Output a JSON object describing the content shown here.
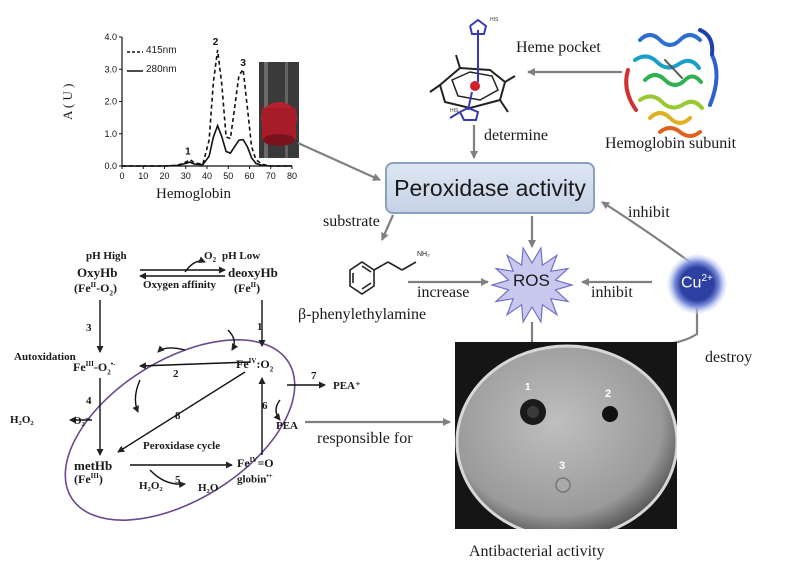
{
  "chart_data": {
    "type": "line",
    "xlabel": "Hemoglobin",
    "ylabel": "A ( U )",
    "xlim": [
      0,
      80
    ],
    "ylim": [
      0,
      4.0
    ],
    "xticks": [
      "0",
      "10",
      "20",
      "30",
      "40",
      "50",
      "60",
      "70",
      "80"
    ],
    "yticks": [
      "0.0",
      "1.0",
      "2.0",
      "3.0",
      "4.0"
    ],
    "legend": "top-left",
    "series": [
      {
        "name": "415nm",
        "style": "dashed",
        "x": [
          0,
          20,
          26,
          30,
          32,
          34,
          38,
          41,
          43,
          45,
          47,
          49,
          51,
          53,
          55,
          57,
          59,
          61,
          63,
          66,
          70,
          80
        ],
        "y": [
          0,
          0,
          0.02,
          0.12,
          0.2,
          0.1,
          0.05,
          0.8,
          2.6,
          3.6,
          2.5,
          0.9,
          0.85,
          1.8,
          2.8,
          3.0,
          1.8,
          0.6,
          0.2,
          0.05,
          0,
          0
        ]
      },
      {
        "name": "280nm",
        "style": "solid",
        "x": [
          0,
          20,
          26,
          30,
          32,
          34,
          38,
          41,
          43,
          45,
          47,
          49,
          51,
          53,
          55,
          57,
          59,
          61,
          63,
          66,
          70,
          80
        ],
        "y": [
          0,
          0,
          0.02,
          0.08,
          0.12,
          0.06,
          0.04,
          0.3,
          0.9,
          1.25,
          0.9,
          0.45,
          0.4,
          0.6,
          0.8,
          0.82,
          0.6,
          0.25,
          0.08,
          0.02,
          0,
          0
        ]
      }
    ],
    "peak_labels": [
      {
        "text": "1",
        "x": 31,
        "y": 0.35
      },
      {
        "text": "2",
        "x": 44,
        "y": 3.75
      },
      {
        "text": "3",
        "x": 57,
        "y": 3.1
      }
    ]
  },
  "labels": {
    "heme_pocket": "Heme pocket",
    "hemoglobin_subunit": "Hemoglobin subunit",
    "determine": "determine",
    "peroxidase_activity": "Peroxidase activity",
    "substrate": "substrate",
    "inhibit_top": "inhibit",
    "inhibit_mid": "inhibit",
    "increase": "increase",
    "ros": "ROS",
    "cu": "Cu",
    "cu_sup": "2+",
    "pea_name": "β-phenylethylamine",
    "nh2": "NH₂",
    "destroy": "destroy",
    "responsible_for": "responsible for",
    "antibacterial": "Antibacterial activity",
    "his_top": "HIS",
    "his_bottom": "HIS",
    "well_1": "1",
    "well_2": "2",
    "well_3": "3"
  },
  "cycle": {
    "ph_high": "pH High",
    "ph_low": "pH Low",
    "o2_top": "O",
    "oxyhb": "OxyHb",
    "oxyhb_sub": "(Fe",
    "deoxyhb": "deoxyHb",
    "deoxyhb_sub": "(Fe",
    "oxygen_affinity": "Oxygen affinity",
    "autoxidation": "Autoxidation",
    "fe3_o2": "Fe",
    "fe4_o2": "Fe",
    "methb": "metHb",
    "methb_sub": "(Fe",
    "fe4_o": "Fe",
    "globin": "globin",
    "peroxidase_cycle": "Peroxidase cycle",
    "h2o2_left": "H₂O₂",
    "o2_minus": "O₂⁻",
    "h2o2_b": "H₂O₂",
    "h2o_b": "H₂O",
    "pea_plus": "PEA⁺",
    "pea": "PEA",
    "n1": "1",
    "n2": "2",
    "n3": "3",
    "n4": "4",
    "n5": "5",
    "n6": "6",
    "n7": "7",
    "n8": "8"
  },
  "colors": {
    "box_fill": "#cfdbeb",
    "box_border": "#8aa0bf",
    "ros_fill": "#c9c9ef",
    "cu_fill": "#2d3fa0",
    "arrow": "#808080",
    "cycle_ellipse": "#6b4a8c"
  }
}
